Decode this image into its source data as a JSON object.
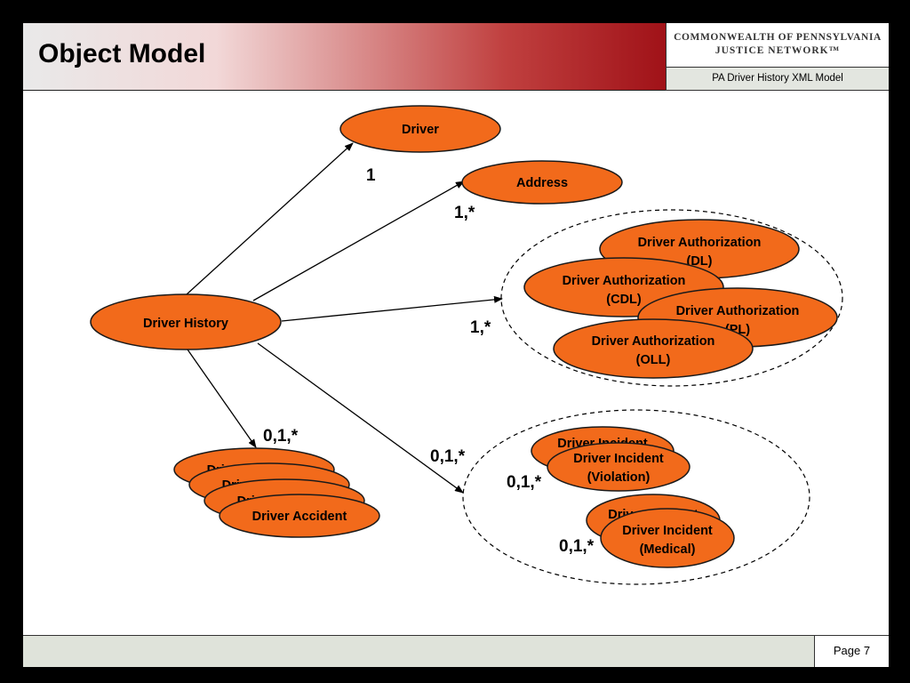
{
  "header": {
    "title": "Object Model",
    "logo_line1": "COMMONWEALTH OF PENNSYLVANIA",
    "logo_line2": "JUSTICE NETWORK™",
    "subtitle": "PA Driver History XML Model"
  },
  "footer": {
    "page_label": "Page 7"
  },
  "diagram": {
    "nodes": {
      "driver": "Driver",
      "address": "Address",
      "driver_history": "Driver History",
      "auth_dl": [
        "Driver Authorization",
        "(DL)"
      ],
      "auth_cdl": [
        "Driver Authorization",
        "(CDL)"
      ],
      "auth_pl": [
        "Driver Authorization",
        "(PL)"
      ],
      "auth_oll": [
        "Driver Authorization",
        "(OLL)"
      ],
      "accident_stack": [
        "Driver Accident",
        "Driver Accident",
        "Driver Accident"
      ],
      "accident_front": "Driver Accident",
      "incident_back_1": "Driver Incident",
      "incident_violation": [
        "Driver Incident",
        "(Violation)"
      ],
      "incident_back_2": "Driver Incident",
      "incident_medical": [
        "Driver Incident",
        "(Medical)"
      ]
    },
    "cardinalities": {
      "driver": "1",
      "address": "1,*",
      "authorizations": "1,*",
      "accidents": "0,1,*",
      "incidents": "0,1,*",
      "violation": "0,1,*",
      "medical": "0,1,*"
    }
  }
}
